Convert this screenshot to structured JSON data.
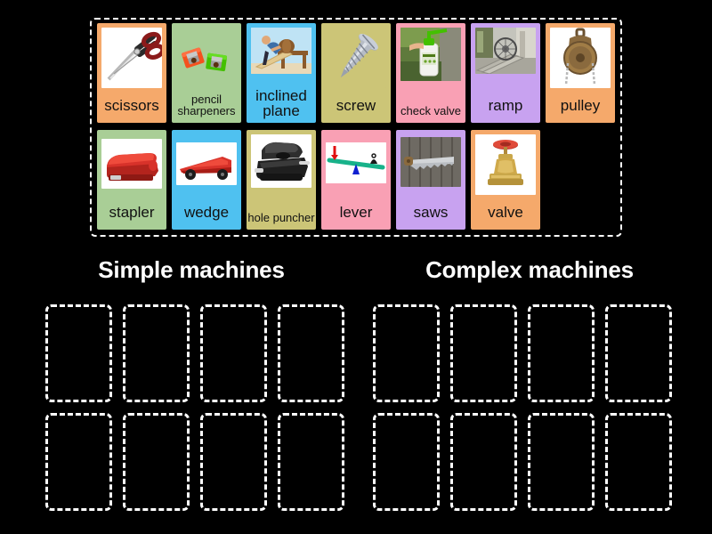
{
  "activity": {
    "type": "group-sort",
    "background_color": "#000000",
    "bank_border_color": "#ffffff"
  },
  "tile_bank": {
    "name": "word-tile-bank",
    "rows": [
      [
        {
          "label": "scissors",
          "bg": "#F5A96B",
          "image": "scissors-image",
          "label_style": "lbl-1line"
        },
        {
          "label": "pencil sharpeners",
          "bg": "#A9CE96",
          "image": "pencil-sharpeners-image",
          "label_style": "lbl-2line"
        },
        {
          "label": "inclined plane",
          "bg": "#4FC1F0",
          "image": "inclined-plane-image",
          "label_style": "lbl-2line-big"
        },
        {
          "label": "screw",
          "bg": "#CCC577",
          "image": "screw-image",
          "label_style": "lbl-1line"
        },
        {
          "label": "check valve",
          "bg": "#F9A0B4",
          "image": "check-valve-image",
          "label_style": "lbl-2line"
        },
        {
          "label": "ramp",
          "bg": "#C8A2F0",
          "image": "ramp-image",
          "label_style": "lbl-1line"
        },
        {
          "label": "pulley",
          "bg": "#F5A96B",
          "image": "pulley-image",
          "label_style": "lbl-1line"
        }
      ],
      [
        {
          "label": "stapler",
          "bg": "#A9CE96",
          "image": "stapler-image",
          "label_style": "lbl-1line"
        },
        {
          "label": "wedge",
          "bg": "#4FC1F0",
          "image": "wedge-image",
          "label_style": "lbl-1line"
        },
        {
          "label": "hole puncher",
          "bg": "#CCC577",
          "image": "hole-puncher-image",
          "label_style": "lbl-2line"
        },
        {
          "label": "lever",
          "bg": "#F9A0B4",
          "image": "lever-image",
          "label_style": "lbl-1line"
        },
        {
          "label": "saws",
          "bg": "#C8A2F0",
          "image": "saws-image",
          "label_style": "lbl-1line"
        },
        {
          "label": "valve",
          "bg": "#F5A96B",
          "image": "valve-image",
          "label_style": "lbl-1line"
        }
      ]
    ]
  },
  "categories": [
    {
      "title": "Simple machines",
      "slot_rows": [
        [
          "slot-1",
          "slot-2",
          "slot-3",
          "slot-4"
        ],
        [
          "slot-5",
          "slot-6",
          "slot-7",
          "slot-8"
        ]
      ]
    },
    {
      "title": "Complex machines",
      "slot_rows": [
        [
          "slot-1",
          "slot-2",
          "slot-3",
          "slot-4"
        ],
        [
          "slot-5",
          "slot-6",
          "slot-7",
          "slot-8"
        ]
      ]
    }
  ]
}
